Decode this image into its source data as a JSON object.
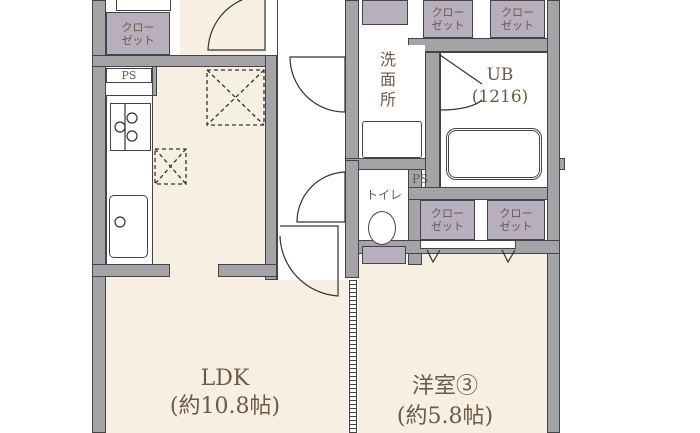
{
  "rooms": {
    "ldk": {
      "name": "LDK",
      "area": "(約10.8帖)"
    },
    "bedroom": {
      "name": "洋室③",
      "area": "(約5.8帖)"
    },
    "washroom": {
      "name": "洗面所"
    },
    "toilet": {
      "name": "トイレ"
    },
    "bath": {
      "name": "UB",
      "size": "(1216)"
    }
  },
  "closet": {
    "line1": "クロー",
    "line2": "ゼット"
  },
  "ps": {
    "label": "PS"
  },
  "colors": {
    "wall": "#a4a4a8",
    "floor": "#f8efe3",
    "closet": "#b7afbe",
    "text": "#6e5a46"
  }
}
